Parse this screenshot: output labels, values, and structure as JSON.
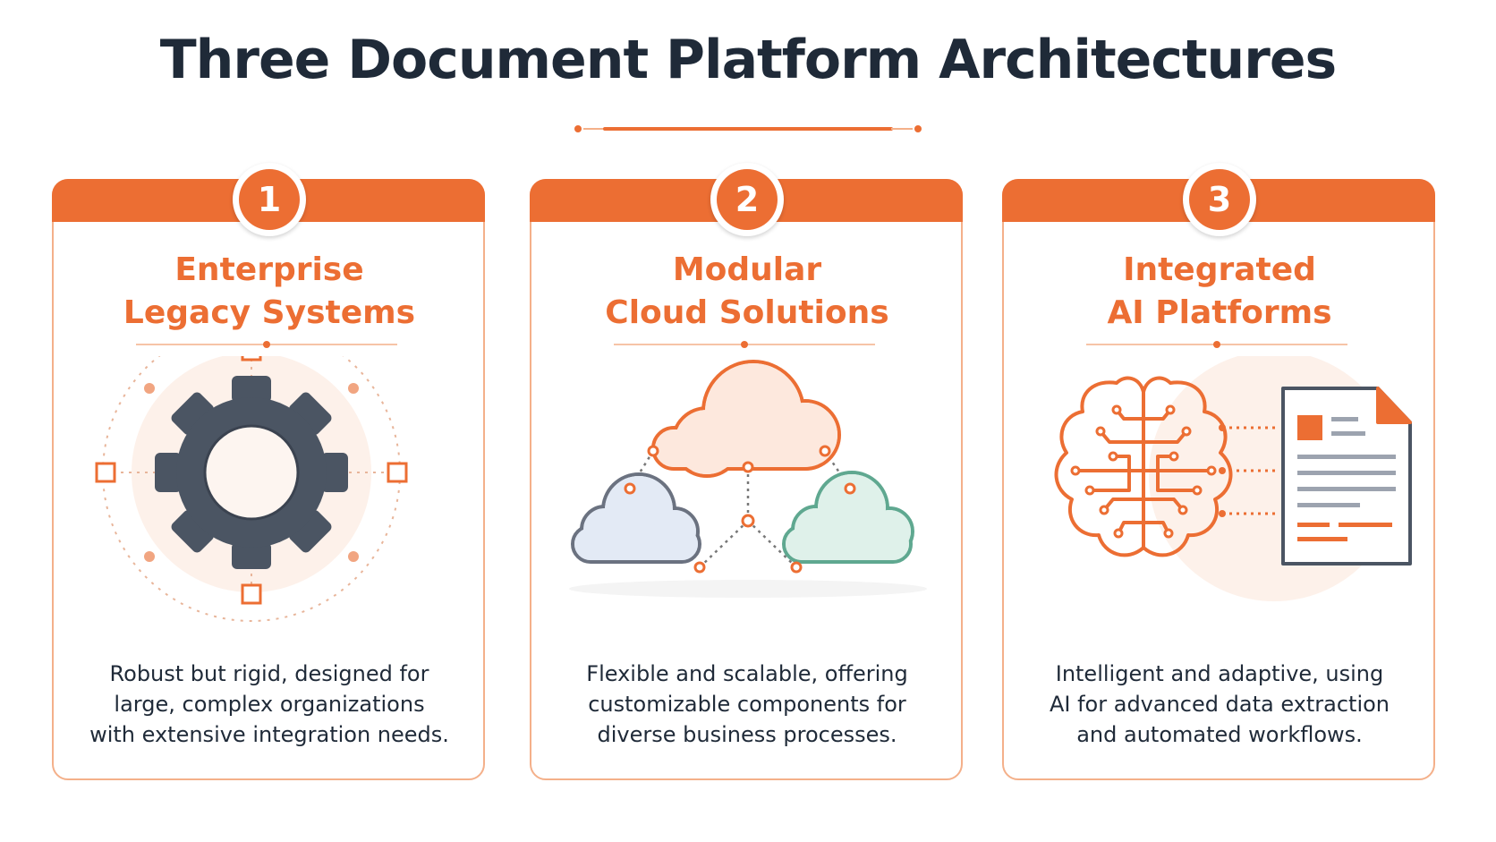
{
  "page": {
    "title": "Three Document Platform Architectures"
  },
  "colors": {
    "accent": "#ec6e33",
    "text_dark": "#1f2a38",
    "gear": "#4b5563"
  },
  "cards": [
    {
      "number": "1",
      "heading_line1": "Enterprise",
      "heading_line2": "Legacy Systems",
      "icon": "gear-icon",
      "description_line1": "Robust but rigid, designed for",
      "description_line2": "large, complex organizations",
      "description_line3": "with extensive integration needs."
    },
    {
      "number": "2",
      "heading_line1": "Modular",
      "heading_line2": "Cloud Solutions",
      "icon": "cloud-network-icon",
      "description_line1": "Flexible and scalable, offering",
      "description_line2": "customizable components for",
      "description_line3": "diverse business processes."
    },
    {
      "number": "3",
      "heading_line1": "Integrated",
      "heading_line2": "AI Platforms",
      "icon": "ai-brain-document-icon",
      "description_line1": "Intelligent and adaptive, using",
      "description_line2": "AI for advanced data extraction",
      "description_line3": "and automated workflows."
    }
  ]
}
